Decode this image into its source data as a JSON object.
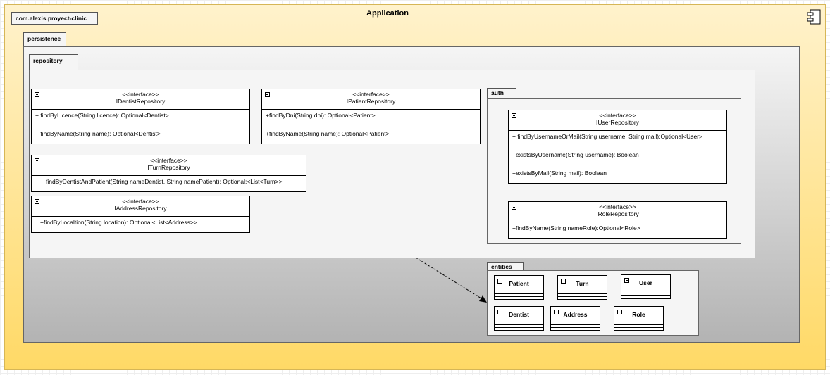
{
  "application": {
    "title": "Application",
    "package": "com.alexis.proyect-clinic"
  },
  "persistence": {
    "label": "persistence"
  },
  "repository": {
    "label": "repository",
    "interfaces": [
      {
        "stereotype": "<<interface>>",
        "name": "IDentistRepository",
        "ops": [
          "+ findByLicence(String licence): Optional<Dentist>",
          "+ findByName(String name): Optional<Dentist>"
        ]
      },
      {
        "stereotype": "<<interface>>",
        "name": "IPatientRepository",
        "ops": [
          "+findByDni(String dni): Optional<Patient>",
          "+findByName(String name): Optional<Patient>"
        ]
      },
      {
        "stereotype": "<<interface>>",
        "name": "ITurnRepository",
        "ops": [
          "+findByDentistAndPatient(String nameDentist, String  namePatient): Optional:<List<Turn>>"
        ]
      },
      {
        "stereotype": "<<interface>>",
        "name": "IAddressRepository",
        "ops": [
          "+findByLocaltion(String location): Optional<List<Address>>"
        ]
      }
    ]
  },
  "auth": {
    "label": "auth",
    "interfaces": [
      {
        "stereotype": "<<interface>>",
        "name": "IUserRepository",
        "ops": [
          "+ findByUsernameOrMail(String username, String mail):Optional<User>",
          "+existsByUsername(String username): Boolean",
          "+existsByMail(String mail): Boolean"
        ]
      },
      {
        "stereotype": "<<interface>>",
        "name": "IRoleRepository",
        "ops": [
          "+findByName(String nameRole):Optional<Role>"
        ]
      }
    ]
  },
  "entities": {
    "label": "entities",
    "items": [
      "Patient",
      "Turn",
      "User",
      "Dentist",
      "Address",
      "Role"
    ]
  }
}
